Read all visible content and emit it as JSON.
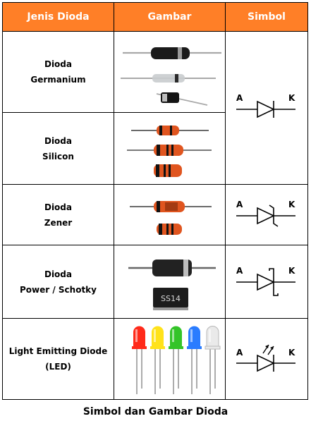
{
  "headers": {
    "type": "Jenis Dioda",
    "picture": "Gambar",
    "symbol": "Simbol"
  },
  "rows": [
    {
      "name": [
        "Dioda",
        "Germanium"
      ]
    },
    {
      "name": [
        "Dioda",
        "Silicon"
      ]
    },
    {
      "name": [
        "Dioda",
        "Zener"
      ]
    },
    {
      "name": [
        "Dioda",
        "Power / Schotky"
      ]
    },
    {
      "name": [
        "Light Emitting Diode",
        "(LED)"
      ]
    }
  ],
  "symbol_labels": {
    "anode": "A",
    "cathode": "K"
  },
  "component_markings": {
    "smd_schottky": "SS14"
  },
  "caption": "Simbol dan Gambar Dioda",
  "colors": {
    "header_bg": "#ff7f27",
    "silicon_body": "#e0551f",
    "led_colors": [
      "#ff2a1a",
      "#ffe21a",
      "#34c428",
      "#2a7cff",
      "#eaeaea"
    ]
  }
}
